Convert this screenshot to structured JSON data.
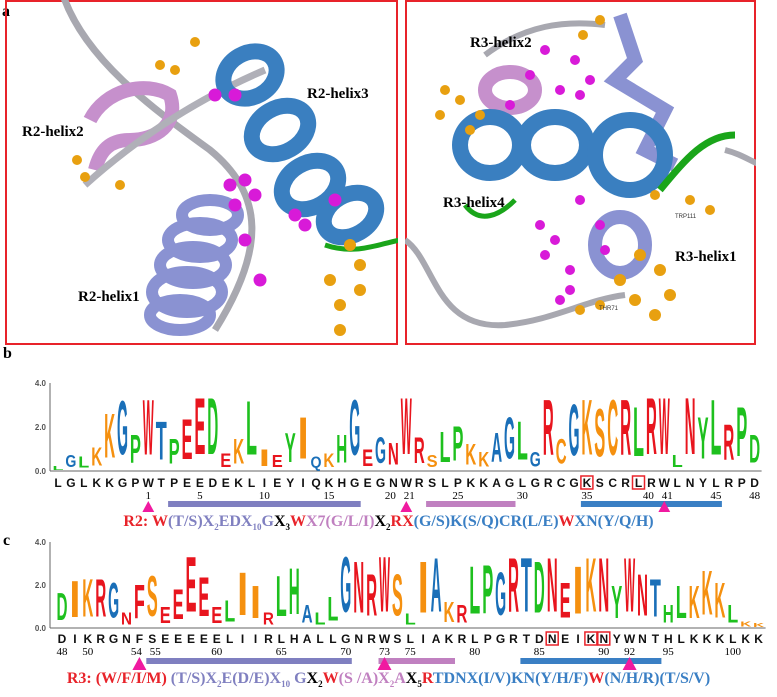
{
  "panel_a": {
    "label": "a",
    "r2_labels": {
      "helix1": "R2-helix1",
      "helix2": "R2-helix2",
      "helix3": "R2-helix3"
    },
    "r3_labels": {
      "helix1": "R3-helix1",
      "helix2": "R3-helix2",
      "helix4": "R3-helix4"
    },
    "residue_labels": {
      "r3_trp": "TRP111",
      "r3_thr": "THR71"
    },
    "colors": {
      "frame": "#e8232a",
      "loop": "#a8a8b0",
      "helix1": "#8a92d2",
      "helix2": "#c690cc",
      "helix3": "#3a7fc0",
      "turn": "#1aa51a",
      "sidechain_orange": "#e8a010",
      "sidechain_magenta": "#d81ad8"
    }
  },
  "panel_b": {
    "label": "b",
    "yticks": [
      "4.0",
      "2.0",
      "0.0"
    ],
    "ymax": 4.0,
    "sequence": [
      "L",
      "G",
      "L",
      "K",
      "K",
      "G",
      "P",
      "W",
      "T",
      "P",
      "E",
      "E",
      "D",
      "E",
      "K",
      "L",
      "I",
      "E",
      "Y",
      "I",
      "Q",
      "K",
      "H",
      "G",
      "E",
      "G",
      "N",
      "W",
      "R",
      "S",
      "L",
      "P",
      "K",
      "K",
      "A",
      "G",
      "L",
      "G",
      "R",
      "C",
      "G",
      "K",
      "S",
      "C",
      "R",
      "L",
      "R",
      "W",
      "L",
      "N",
      "Y",
      "L",
      "R",
      "P",
      "D"
    ],
    "logo_bits": [
      0.3,
      0.9,
      0.8,
      1.3,
      3.2,
      3.9,
      2.0,
      4.0,
      2.8,
      1.8,
      2.9,
      4.1,
      4.1,
      1.0,
      1.8,
      3.9,
      1.2,
      0.9,
      2.1,
      3.0,
      0.8,
      1.0,
      2.0,
      4.0,
      1.2,
      1.9,
      1.6,
      4.1,
      1.9,
      0.9,
      2.2,
      2.5,
      1.5,
      1.1,
      2.1,
      3.0,
      2.8,
      1.1,
      4.0,
      1.8,
      3.7,
      4.0,
      3.5,
      4.0,
      4.0,
      3.6,
      4.1,
      4.1,
      0.9,
      4.1,
      3.0,
      4.0,
      2.6,
      3.6,
      2.0
    ],
    "boxed_residues": [
      35,
      39
    ],
    "first_position": -6,
    "position_labels": [
      "1",
      "5",
      "10",
      "15",
      "20",
      "21",
      "25",
      "30",
      "35",
      "40",
      "41",
      "45",
      "48"
    ],
    "position_values": [
      1,
      5,
      10,
      15,
      20,
      21,
      25,
      30,
      35,
      40,
      41,
      45,
      48
    ],
    "conserved_triangles": [
      1,
      21,
      41
    ],
    "helices": [
      {
        "start": 3,
        "end": 17,
        "color": "#7f7fc0"
      },
      {
        "start": 23,
        "end": 29,
        "color": "#c080c0"
      },
      {
        "start": 35,
        "end": 45,
        "color": "#3a7fc4"
      }
    ],
    "formula": [
      {
        "t": "R2: W",
        "c": "#e8232a"
      },
      {
        "t": "(T/S)X",
        "c": "#8080c0"
      },
      {
        "sub": "2",
        "c": "#8080c0"
      },
      {
        "t": "EDX",
        "c": "#8080c0"
      },
      {
        "sub": "10",
        "c": "#8080c0"
      },
      {
        "t": "G",
        "c": "#8080c0"
      },
      {
        "t": "X",
        "c": "#000000"
      },
      {
        "sub": "3",
        "c": "#000000"
      },
      {
        "t": "W",
        "c": "#e8232a"
      },
      {
        "t": "X7(G/L/I)",
        "c": "#c080c0"
      },
      {
        "t": "X",
        "c": "#000000"
      },
      {
        "sub": "2",
        "c": "#000000"
      },
      {
        "t": "RX",
        "c": "#e8232a"
      },
      {
        "t": "(G/S)K(S/Q)CR(L/E)",
        "c": "#3a7fc4"
      },
      {
        "t": "W",
        "c": "#e8232a"
      },
      {
        "t": "XN(Y/Q/H)",
        "c": "#3a7fc4"
      }
    ]
  },
  "panel_c": {
    "label": "c",
    "yticks": [
      "4.0",
      "2.0",
      "0.0"
    ],
    "ymax": 4.0,
    "sequence": [
      "D",
      "I",
      "K",
      "R",
      "G",
      "N",
      "F",
      "S",
      "E",
      "E",
      "E",
      "E",
      "E",
      "L",
      "I",
      "I",
      "R",
      "L",
      "H",
      "A",
      "L",
      "L",
      "G",
      "N",
      "R",
      "W",
      "S",
      "L",
      "I",
      "A",
      "K",
      "R",
      "L",
      "P",
      "G",
      "R",
      "T",
      "D",
      "N",
      "E",
      "I",
      "K",
      "N",
      "Y",
      "W",
      "N",
      "T",
      "H",
      "L",
      "K",
      "K",
      "K",
      "L",
      "K",
      "K"
    ],
    "logo_bits": [
      2.0,
      2.7,
      2.8,
      2.8,
      2.6,
      0.9,
      2.5,
      3.0,
      1.2,
      2.2,
      4.1,
      2.9,
      1.2,
      1.6,
      3.2,
      2.4,
      0.9,
      3.0,
      3.4,
      1.3,
      0.9,
      1.8,
      4.1,
      3.8,
      3.1,
      4.1,
      3.1,
      0.8,
      3.8,
      4.0,
      1.5,
      1.3,
      3.5,
      3.6,
      3.2,
      4.0,
      4.0,
      3.8,
      4.0,
      2.6,
      3.5,
      4.0,
      4.0,
      2.4,
      4.0,
      3.1,
      2.8,
      1.3,
      2.4,
      2.4,
      3.3,
      2.6,
      1.3,
      0.4,
      0.3
    ],
    "boxed_residues": [
      86,
      89,
      90
    ],
    "first_position": 48,
    "position_labels": [
      "48",
      "50",
      "54",
      "55",
      "60",
      "65",
      "70",
      "73",
      "75",
      "80",
      "85",
      "90",
      "92",
      "95",
      "100"
    ],
    "position_values": [
      48,
      50,
      54,
      55,
      60,
      65,
      70,
      73,
      75,
      80,
      85,
      90,
      92,
      95,
      100
    ],
    "conserved_triangles": [
      54,
      73,
      92
    ],
    "helices": [
      {
        "start": 55,
        "end": 70,
        "color": "#7f7fc0"
      },
      {
        "start": 73,
        "end": 78,
        "color": "#c080c0"
      },
      {
        "start": 84,
        "end": 94,
        "color": "#3a7fc4"
      }
    ],
    "formula": [
      {
        "t": "R3: (W/F/I/M) ",
        "c": "#e8232a"
      },
      {
        "t": "(T/S)X",
        "c": "#8080c0"
      },
      {
        "sub": "2",
        "c": "#8080c0"
      },
      {
        "t": "E(D/E)X",
        "c": "#8080c0"
      },
      {
        "sub": "10",
        "c": "#8080c0"
      },
      {
        "t": " G",
        "c": "#8080c0"
      },
      {
        "t": "X",
        "c": "#000000"
      },
      {
        "sub": "2",
        "c": "#000000"
      },
      {
        "t": "W",
        "c": "#e8232a"
      },
      {
        "t": "(S /A)X",
        "c": "#c080c0"
      },
      {
        "sub": "2",
        "c": "#c080c0"
      },
      {
        "t": "A",
        "c": "#c080c0"
      },
      {
        "t": "X",
        "c": "#000000"
      },
      {
        "sub": "5",
        "c": "#000000"
      },
      {
        "t": "R",
        "c": "#e8232a"
      },
      {
        "t": "TDNX(I/V)KN(Y/H/F)",
        "c": "#3a7fc4"
      },
      {
        "t": "W",
        "c": "#e8232a"
      },
      {
        "t": "(N/H/R)(T/S/V)",
        "c": "#3a7fc4"
      }
    ]
  },
  "logo_colors": {
    "red": "#e8151e",
    "orange": "#f5900f",
    "green": "#1ec01e",
    "blue": "#1a6fb8",
    "triangle": "#f01aa0",
    "box": "#e8232a"
  }
}
